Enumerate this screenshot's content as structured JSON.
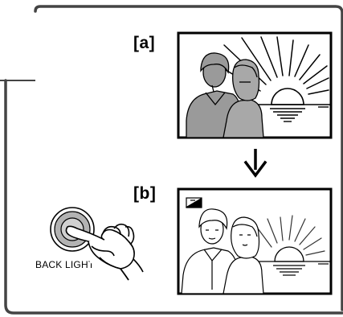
{
  "panels": {
    "a": {
      "label": "[a]"
    },
    "b": {
      "label": "[b]"
    }
  },
  "button": {
    "label": "BACK LIGHT"
  },
  "indicator": {
    "icon": "backlight-indicator-icon"
  },
  "colors": {
    "frame": "#444444",
    "button_ring": "#b3b3b3",
    "button_face": "#d0d0d0",
    "photo_frame": "#000000"
  }
}
